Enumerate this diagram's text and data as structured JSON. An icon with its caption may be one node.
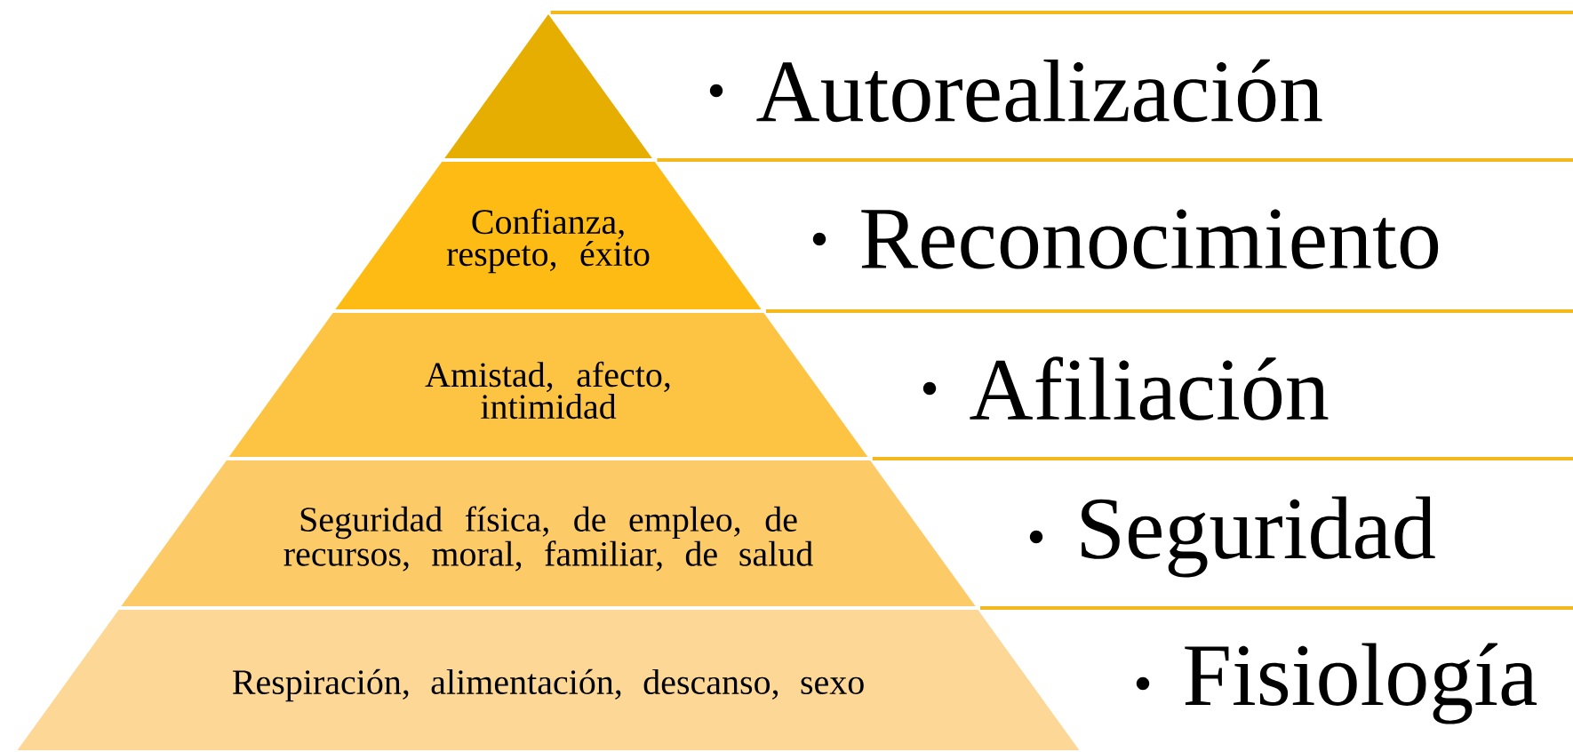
{
  "diagram": {
    "nodes": [
      {
        "text": [],
        "shape": "triangle"
      },
      {
        "text": [
          "Confianza, respeto, éxito"
        ]
      },
      {
        "text": [
          "Amistad, afecto, intimidad"
        ]
      },
      {
        "text": [
          "Seguridad física, de empleo, de recursos, moral, familiar, de salud"
        ]
      },
      {
        "text": [
          "Respiración, alimentación, descanso, sexo"
        ]
      },
      {
        "text": [
          "Autorealización"
        ]
      },
      {
        "text": [
          "Reconocimiento"
        ]
      },
      {
        "text": [
          "Afiliación"
        ]
      },
      {
        "text": [
          "Seguridad"
        ]
      },
      {
        "text": [
          "Fisiología"
        ]
      }
    ],
    "edges": []
  }
}
